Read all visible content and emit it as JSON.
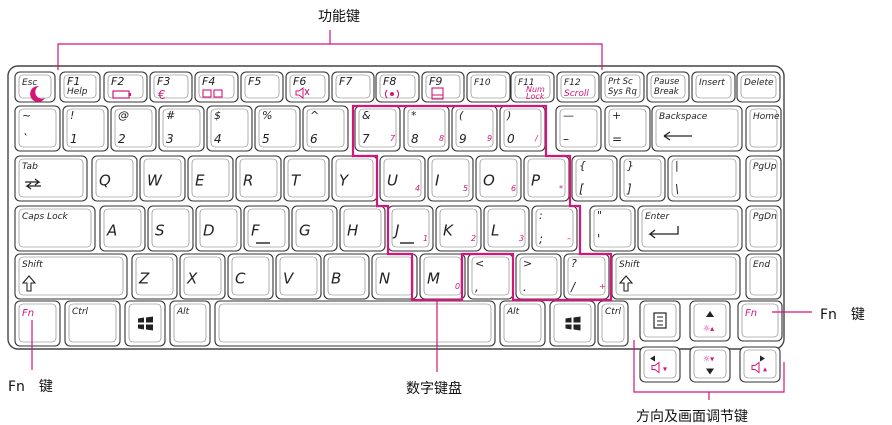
{
  "colors": {
    "accent": "#d4157a",
    "key_outline": "#333333",
    "key_fill": "#ffffff",
    "callout_line": "#d4157a"
  },
  "callouts": {
    "function_keys": "功能键",
    "fn_left": "Fn　键",
    "fn_right": "Fn　键",
    "numeric_keypad": "数字键盘",
    "direction_keys": "方向及画面调节键"
  },
  "rows": [
    [
      {
        "name": "key-esc",
        "top": "Esc",
        "icon": "moon-icon"
      },
      {
        "name": "key-f1",
        "top": "F1",
        "bottom": "Help"
      },
      {
        "name": "key-f2",
        "top": "F2",
        "icon": "battery-icon"
      },
      {
        "name": "key-f3",
        "top": "F3",
        "icon": "euro-icon"
      },
      {
        "name": "key-f4",
        "top": "F4",
        "icon": "display-switch-icon"
      },
      {
        "name": "key-f5",
        "top": "F5"
      },
      {
        "name": "key-f6",
        "top": "F6",
        "icon": "mute-icon"
      },
      {
        "name": "key-f7",
        "top": "F7"
      },
      {
        "name": "key-f8",
        "top": "F8",
        "icon": "wireless-icon"
      },
      {
        "name": "key-f9",
        "top": "F9",
        "icon": "touchpad-icon"
      },
      {
        "name": "key-f10",
        "top": "F10"
      },
      {
        "name": "key-f11",
        "top": "F11",
        "accent_lines": [
          "Num",
          "Lock"
        ]
      },
      {
        "name": "key-f12",
        "top": "F12",
        "accent_bottom": "Scroll"
      },
      {
        "name": "key-prtsc",
        "lines": [
          "Prt Sc",
          "Sys Rq"
        ]
      },
      {
        "name": "key-pause",
        "lines": [
          "Pause",
          "Break"
        ]
      },
      {
        "name": "key-insert",
        "top": "Insert"
      },
      {
        "name": "key-delete",
        "top": "Delete"
      }
    ],
    [
      {
        "name": "key-tilde",
        "top": "~",
        "bottom": "`"
      },
      {
        "name": "key-1",
        "top": "!",
        "bottom": "1"
      },
      {
        "name": "key-2",
        "top": "@",
        "bottom": "2"
      },
      {
        "name": "key-3",
        "top": "#",
        "bottom": "3"
      },
      {
        "name": "key-4",
        "top": "$",
        "bottom": "4"
      },
      {
        "name": "key-5",
        "top": "%",
        "bottom": "5"
      },
      {
        "name": "key-6",
        "top": "^",
        "bottom": "6"
      },
      {
        "name": "key-7",
        "top": "&",
        "bottom": "7",
        "num": "7"
      },
      {
        "name": "key-8",
        "top": "*",
        "bottom": "8",
        "num": "8"
      },
      {
        "name": "key-9",
        "top": "(",
        "bottom": "9",
        "num": "9"
      },
      {
        "name": "key-0",
        "top": ")",
        "bottom": "0",
        "num": "/"
      },
      {
        "name": "key-minus",
        "top": "—",
        "bottom": "–"
      },
      {
        "name": "key-equals",
        "top": "+",
        "bottom": "="
      },
      {
        "name": "key-backspace",
        "top": "Backspace",
        "arrow": "left"
      },
      {
        "name": "key-home",
        "top": "Home"
      }
    ],
    [
      {
        "name": "key-tab",
        "top": "Tab",
        "arrow": "tab"
      },
      {
        "name": "key-q",
        "main": "Q"
      },
      {
        "name": "key-w",
        "main": "W"
      },
      {
        "name": "key-e",
        "main": "E"
      },
      {
        "name": "key-r",
        "main": "R"
      },
      {
        "name": "key-t",
        "main": "T"
      },
      {
        "name": "key-y",
        "main": "Y"
      },
      {
        "name": "key-u",
        "main": "U",
        "num": "4"
      },
      {
        "name": "key-i",
        "main": "I",
        "num": "5"
      },
      {
        "name": "key-o",
        "main": "O",
        "num": "6"
      },
      {
        "name": "key-p",
        "main": "P",
        "num": "*"
      },
      {
        "name": "key-lbracket",
        "top": "{",
        "bottom": "["
      },
      {
        "name": "key-rbracket",
        "top": "}",
        "bottom": "]"
      },
      {
        "name": "key-backslash",
        "top": "|",
        "bottom": "\\"
      },
      {
        "name": "key-pgup",
        "top": "PgUp"
      }
    ],
    [
      {
        "name": "key-capslock",
        "top": "Caps Lock"
      },
      {
        "name": "key-a",
        "main": "A"
      },
      {
        "name": "key-s",
        "main": "S"
      },
      {
        "name": "key-d",
        "main": "D"
      },
      {
        "name": "key-f",
        "main": "F",
        "bar": true
      },
      {
        "name": "key-g",
        "main": "G"
      },
      {
        "name": "key-h",
        "main": "H"
      },
      {
        "name": "key-j",
        "main": "J",
        "num": "1",
        "bar": true
      },
      {
        "name": "key-k",
        "main": "K",
        "num": "2"
      },
      {
        "name": "key-l",
        "main": "L",
        "num": "3"
      },
      {
        "name": "key-semicolon",
        "top": ":",
        "bottom": ";",
        "num": "–"
      },
      {
        "name": "key-quote",
        "top": "\"",
        "bottom": "'"
      },
      {
        "name": "key-enter",
        "top": "Enter",
        "arrow": "enter"
      },
      {
        "name": "key-pgdn",
        "top": "PgDn"
      }
    ],
    [
      {
        "name": "key-lshift",
        "top": "Shift",
        "arrow": "shift"
      },
      {
        "name": "key-z",
        "main": "Z"
      },
      {
        "name": "key-x",
        "main": "X"
      },
      {
        "name": "key-c",
        "main": "C"
      },
      {
        "name": "key-v",
        "main": "V"
      },
      {
        "name": "key-b",
        "main": "B"
      },
      {
        "name": "key-n",
        "main": "N"
      },
      {
        "name": "key-m",
        "main": "M",
        "num": "0"
      },
      {
        "name": "key-comma",
        "top": "<",
        "bottom": ","
      },
      {
        "name": "key-period",
        "top": ">",
        "bottom": "."
      },
      {
        "name": "key-slash",
        "top": "?",
        "bottom": "/",
        "num": "+"
      },
      {
        "name": "key-rshift",
        "top": "Shift",
        "arrow": "shift"
      },
      {
        "name": "key-end",
        "top": "End"
      }
    ],
    [
      {
        "name": "key-fn-left",
        "accent_top": "Fn"
      },
      {
        "name": "key-lctrl",
        "top": "Ctrl"
      },
      {
        "name": "key-lwin",
        "icon": "windows-icon"
      },
      {
        "name": "key-lalt",
        "top": "Alt"
      },
      {
        "name": "key-space"
      },
      {
        "name": "key-ralt",
        "top": "Alt"
      },
      {
        "name": "key-rwin",
        "icon": "windows-icon"
      },
      {
        "name": "key-rctrl",
        "top": "Ctrl"
      },
      {
        "name": "key-menu",
        "icon": "menu-icon"
      },
      {
        "name": "key-up",
        "icon": "up-brightness-icon"
      },
      {
        "name": "key-fn-right",
        "accent_top": "Fn"
      },
      {
        "name": "key-left",
        "icon": "left-volume-icon"
      },
      {
        "name": "key-down",
        "icon": "down-brightness-icon"
      },
      {
        "name": "key-right",
        "icon": "right-volume-icon"
      }
    ]
  ]
}
